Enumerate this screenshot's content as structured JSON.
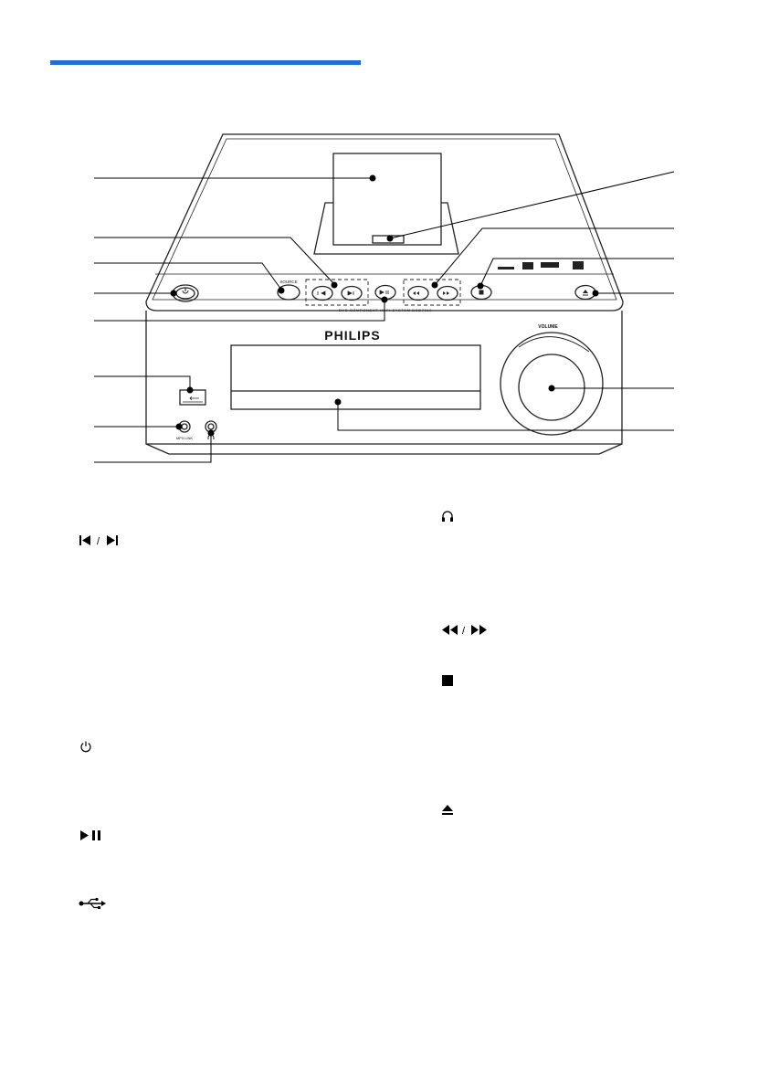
{
  "header_bar_color": "#1f6fd1",
  "device": {
    "brand": "PHILIPS",
    "source_label": "SOURCE",
    "volume_label": "VOLUME",
    "mp3_link_label": "MP3 LINK",
    "panel_caption": "DVD COMPONENT HI-FI SYSTEM DCD7010"
  },
  "legend_icons": {
    "left": [
      "previous-next-icons",
      "power-icon",
      "play-pause-icon",
      "usb-icon"
    ],
    "right": [
      "headphones-icon",
      "rewind-fast-forward-icons",
      "stop-icon",
      "eject-icon"
    ]
  }
}
